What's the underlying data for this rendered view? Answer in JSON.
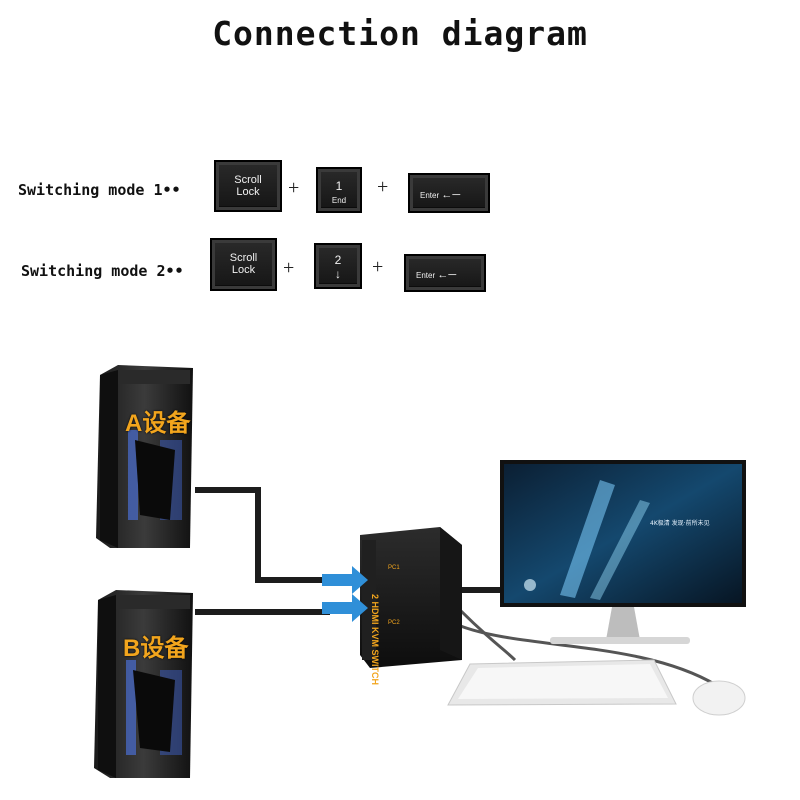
{
  "title": "Connection diagram",
  "modes": [
    {
      "label": "Switching mode 1••",
      "keys": [
        {
          "line1": "Scroll",
          "line2": "Lock",
          "icon": ""
        },
        {
          "line1": "1",
          "line2": "End",
          "icon": ""
        },
        {
          "line1": "Enter",
          "line2": "",
          "icon": "enter-arrow-icon"
        }
      ]
    },
    {
      "label": "Switching mode 2••",
      "keys": [
        {
          "line1": "Scroll",
          "line2": "Lock",
          "icon": ""
        },
        {
          "line1": "2",
          "line2": "",
          "icon": "down-arrow-icon"
        },
        {
          "line1": "Enter",
          "line2": "",
          "icon": "enter-arrow-icon"
        }
      ]
    }
  ],
  "plus_sign": "+",
  "devices": {
    "a_label": "A设备",
    "b_label": "B设备"
  },
  "switch_box": {
    "label": "2 HDMI KVM SWITCH",
    "port1": "PC1",
    "port2": "PC2"
  },
  "monitor": {
    "screen_text": "4K极清 发现·前所未见"
  },
  "colors": {
    "label_orange": "#f2a51d",
    "arrow_blue": "#2f8fd8"
  }
}
